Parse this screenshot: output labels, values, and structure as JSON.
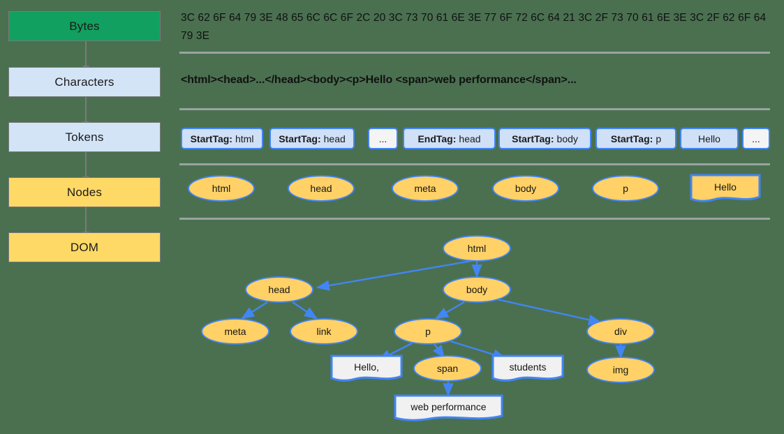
{
  "background_color": "#4a7050",
  "palette": {
    "green": "#11a05f",
    "light_blue": "#d4e4f7",
    "yellow": "#ffd966",
    "node_yellow": "#ffd166",
    "node_border_blue": "#4285f4",
    "rule_gray": "#9aa3a0",
    "box_border_gray": "#7a7a7a"
  },
  "pipeline": {
    "steps": [
      {
        "label": "Bytes",
        "style": "green"
      },
      {
        "label": "Characters",
        "style": "blue"
      },
      {
        "label": "Tokens",
        "style": "blue"
      },
      {
        "label": "Nodes",
        "style": "yellow"
      },
      {
        "label": "DOM",
        "style": "yellow"
      }
    ]
  },
  "bytes": {
    "text": "3C 62 6F 64 79 3E 48 65 6C 6C 6F 2C 20 3C 73 70 61 6E 3E 77 6F 72 6C 64 21 3C 2F 73 70 61 6E 3E 3C 2F 62 6F 64 79 3E"
  },
  "characters": {
    "text": "<html><head>...</head><body><p>Hello <span>web performance</span>..."
  },
  "tokens": {
    "items": [
      {
        "bold": "StartTag:",
        "rest": "html",
        "style": "chip"
      },
      {
        "bold": "StartTag:",
        "rest": "head",
        "style": "chip"
      },
      {
        "bold": "",
        "rest": "...",
        "style": "plain"
      },
      {
        "bold": "EndTag:",
        "rest": "head",
        "style": "chip"
      },
      {
        "bold": "StartTag:",
        "rest": "body",
        "style": "chip"
      },
      {
        "bold": "StartTag:",
        "rest": "p",
        "style": "chip"
      },
      {
        "bold": "",
        "rest": "Hello",
        "style": "chip"
      },
      {
        "bold": "",
        "rest": "...",
        "style": "plain"
      }
    ]
  },
  "nodes_row": {
    "ellipses": [
      "html",
      "head",
      "meta",
      "body",
      "p"
    ],
    "document_shape": "Hello"
  },
  "dom_tree": {
    "nodes": [
      {
        "id": "html",
        "label": "html",
        "shape": "ellipse",
        "fill": "yellow"
      },
      {
        "id": "head",
        "label": "head",
        "shape": "ellipse",
        "fill": "yellow"
      },
      {
        "id": "body",
        "label": "body",
        "shape": "ellipse",
        "fill": "yellow"
      },
      {
        "id": "meta",
        "label": "meta",
        "shape": "ellipse",
        "fill": "yellow"
      },
      {
        "id": "link",
        "label": "link",
        "shape": "ellipse",
        "fill": "yellow"
      },
      {
        "id": "p",
        "label": "p",
        "shape": "ellipse",
        "fill": "yellow"
      },
      {
        "id": "div",
        "label": "div",
        "shape": "ellipse",
        "fill": "yellow"
      },
      {
        "id": "hello",
        "label": "Hello,",
        "shape": "document",
        "fill": "white"
      },
      {
        "id": "span",
        "label": "span",
        "shape": "ellipse",
        "fill": "yellow"
      },
      {
        "id": "stud",
        "label": "students",
        "shape": "document",
        "fill": "white"
      },
      {
        "id": "img",
        "label": "img",
        "shape": "ellipse",
        "fill": "yellow"
      },
      {
        "id": "webp",
        "label": "web performance",
        "shape": "document",
        "fill": "white"
      }
    ],
    "edges": [
      {
        "from": "html",
        "to": "head"
      },
      {
        "from": "html",
        "to": "body"
      },
      {
        "from": "head",
        "to": "meta"
      },
      {
        "from": "head",
        "to": "link"
      },
      {
        "from": "body",
        "to": "p"
      },
      {
        "from": "body",
        "to": "div"
      },
      {
        "from": "p",
        "to": "hello"
      },
      {
        "from": "p",
        "to": "span"
      },
      {
        "from": "p",
        "to": "stud"
      },
      {
        "from": "div",
        "to": "img"
      },
      {
        "from": "span",
        "to": "webp"
      }
    ]
  }
}
